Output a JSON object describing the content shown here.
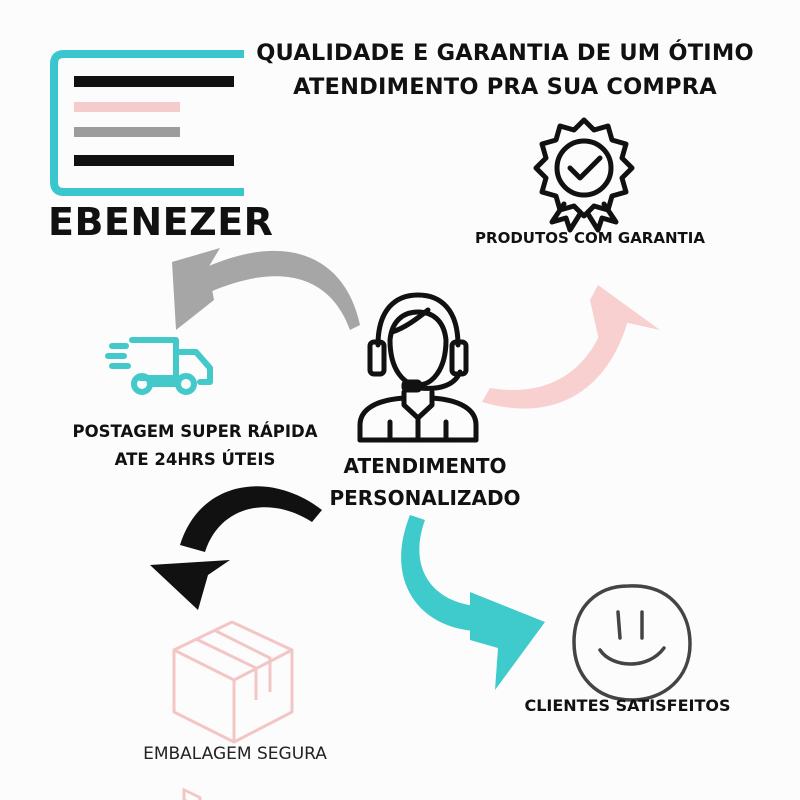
{
  "headline": {
    "line1": "QUALIDADE E GARANTIA DE UM ÓTIMO",
    "line2": "ATENDIMENTO PRA SUA COMPRA"
  },
  "brand": {
    "name": "EBENEZER",
    "logo_icon": "document-lines-logo",
    "accent_color": "#39c6cc"
  },
  "center": {
    "icon": "headset-agent-icon",
    "label_line1": "ATENDIMENTO",
    "label_line2": "PERSONALIZADO"
  },
  "features": {
    "warranty": {
      "label": "PRODUTOS COM GARANTIA",
      "icon": "award-ribbon-check-icon"
    },
    "shipping": {
      "label_line1": "POSTAGEM SUPER RÁPIDA",
      "label_line2": "ATE 24HRS ÚTEIS",
      "icon": "delivery-truck-icon",
      "color": "#43c9c9"
    },
    "packaging": {
      "label": "EMBALAGEM SEGURA",
      "icon": "package-box-icon",
      "color": "#f3c6c6"
    },
    "customers": {
      "label": "CLIENTES SATISFEITOS",
      "icon": "smiley-face-icon"
    }
  },
  "arrows": {
    "gray": "#a6a6a6",
    "pink": "#f7d0cf",
    "black": "#111111",
    "teal": "#3fcacc"
  }
}
